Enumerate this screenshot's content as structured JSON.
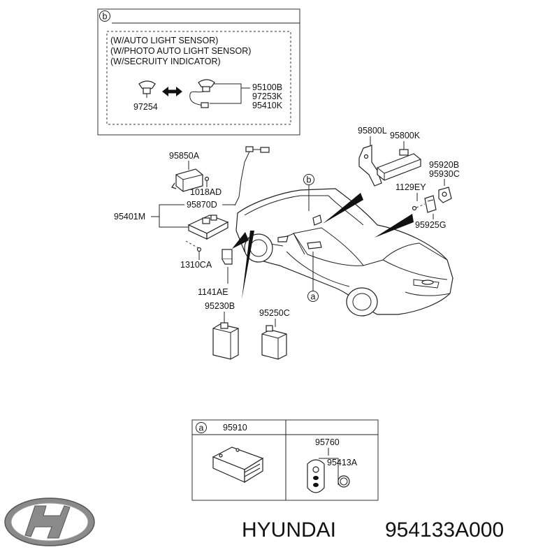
{
  "brand": {
    "name": "HYUNDAI",
    "part_number": "954133A000",
    "logo_color": "#8a8a8a"
  },
  "detail_b": {
    "marker": "b",
    "notes": [
      "(W/AUTO LIGHT SENSOR)",
      "(W/PHOTO  AUTO LIGHT SENSOR)",
      "(W/SECRUITY INDICATOR)"
    ],
    "left_part": "97254",
    "right_parts": [
      "95100B",
      "97253K",
      "95410K"
    ]
  },
  "parts": {
    "p95850A": "95850A",
    "p1018AD": "1018AD",
    "p95870D": "95870D",
    "p95401M": "95401M",
    "p1310CA": "1310CA",
    "p1141AE": "1141AE",
    "p95230B": "95230B",
    "p95250C": "95250C",
    "p95800L": "95800L",
    "p95800K": "95800K",
    "p95920B": "95920B",
    "p95930C": "95930C",
    "p1129EY": "1129EY",
    "p95925G": "95925G"
  },
  "car_markers": {
    "b": "b",
    "a": "a"
  },
  "detail_a": {
    "marker": "a",
    "col1_part": "95910",
    "col2_parts": [
      "95760",
      "95413A"
    ]
  }
}
